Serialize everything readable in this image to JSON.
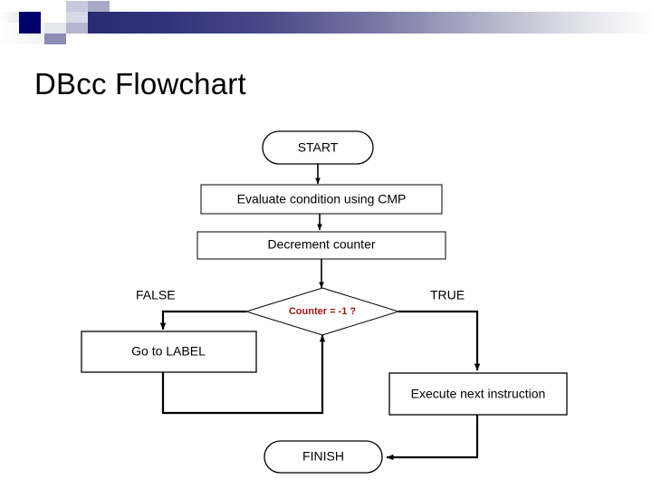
{
  "slide": {
    "title": "DBcc Flowchart",
    "background_color": "#ffffff",
    "accent_color": "#00006b",
    "condition_color": "#9c1414"
  },
  "flowchart": {
    "nodes": [
      {
        "id": "start",
        "shape": "terminator",
        "label": "START"
      },
      {
        "id": "evaluate",
        "shape": "process",
        "label": "Evaluate condition using CMP"
      },
      {
        "id": "decrement",
        "shape": "process",
        "label": "Decrement counter"
      },
      {
        "id": "decision",
        "shape": "diamond",
        "label": "Counter = -1 ?"
      },
      {
        "id": "goto",
        "shape": "process",
        "label": "Go to LABEL"
      },
      {
        "id": "execute",
        "shape": "process",
        "label": "Execute next instruction"
      },
      {
        "id": "finish",
        "shape": "terminator",
        "label": "FINISH"
      }
    ],
    "branch_labels": {
      "false": "FALSE",
      "true": "TRUE"
    }
  }
}
